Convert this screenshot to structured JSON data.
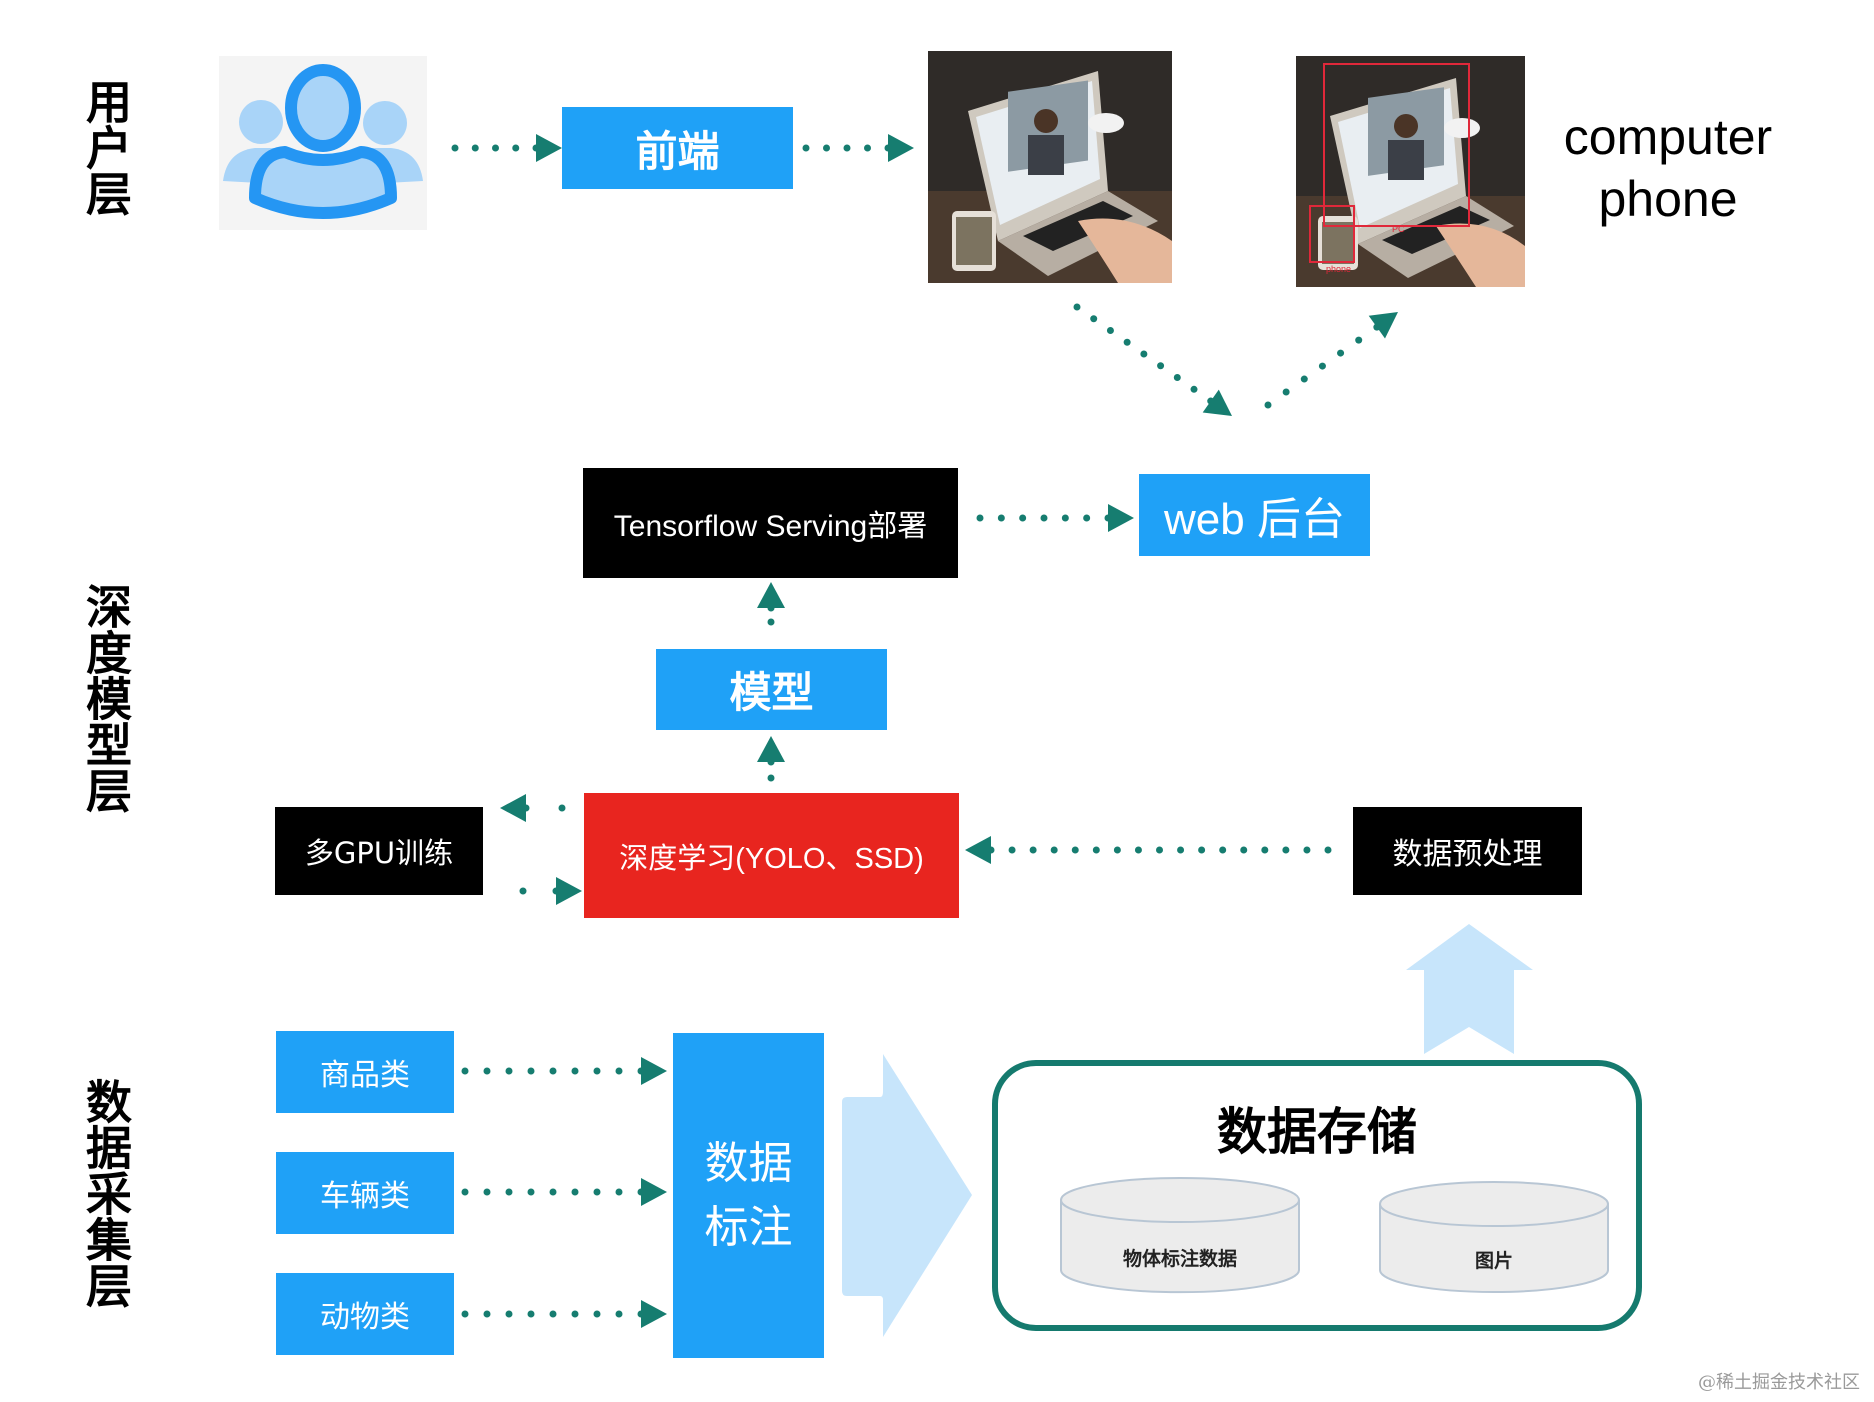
{
  "layers": {
    "user_layer": "用户层",
    "model_layer": "深度模型层",
    "data_layer": "数据采集层"
  },
  "user_row": {
    "users_icon": "users-group-icon",
    "frontend": "前端",
    "input_photo_alt": "laptop video call photo",
    "detected_photo_alt": "detection result photo",
    "detection_labels": [
      "PC",
      "phone"
    ],
    "result_line1": "computer",
    "result_line2": "phone"
  },
  "model_row": {
    "serving": "Tensorflow Serving部署",
    "web_backend": "web 后台",
    "model": "模型",
    "multi_gpu": "多GPU训练",
    "deep_learning": "深度学习(YOLO、SSD)",
    "preprocess": "数据预处理"
  },
  "data_row": {
    "categories": [
      "商品类",
      "车辆类",
      "动物类"
    ],
    "annotation_line1": "数据",
    "annotation_line2": "标注",
    "storage_title": "数据存储",
    "storage_items": [
      "物体标注数据",
      "图片"
    ]
  },
  "colors": {
    "blue_box": "#1fa1f7",
    "red_box": "#e8251f",
    "black_box": "#000000",
    "arrow_teal": "#167d70",
    "light_arrow": "#c7e5fb"
  },
  "watermark": "@稀土掘金技术社区"
}
